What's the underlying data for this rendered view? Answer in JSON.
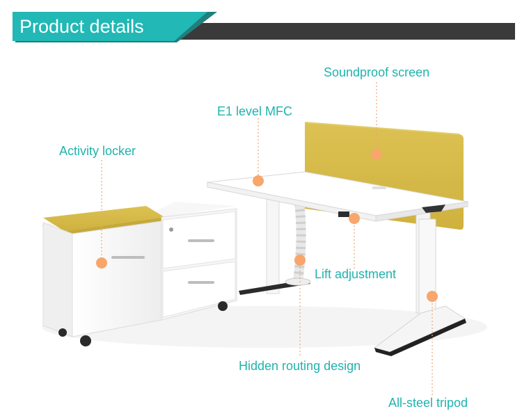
{
  "header": {
    "title": "Product details"
  },
  "callouts": {
    "soundproof_screen": "Soundproof screen",
    "e1_level_mfc": "E1 level MFC",
    "activity_locker": "Activity locker",
    "lift_adjustment": "Lift adjustment",
    "hidden_routing_design": "Hidden routing design",
    "all_steel_tripod": "All-steel tripod"
  },
  "colors": {
    "accent": "#21b8b5",
    "label": "#1fb3ad",
    "marker": "#f8a66b",
    "header_dark": "#3a3a3a",
    "fabric": "#d9bc4a"
  }
}
